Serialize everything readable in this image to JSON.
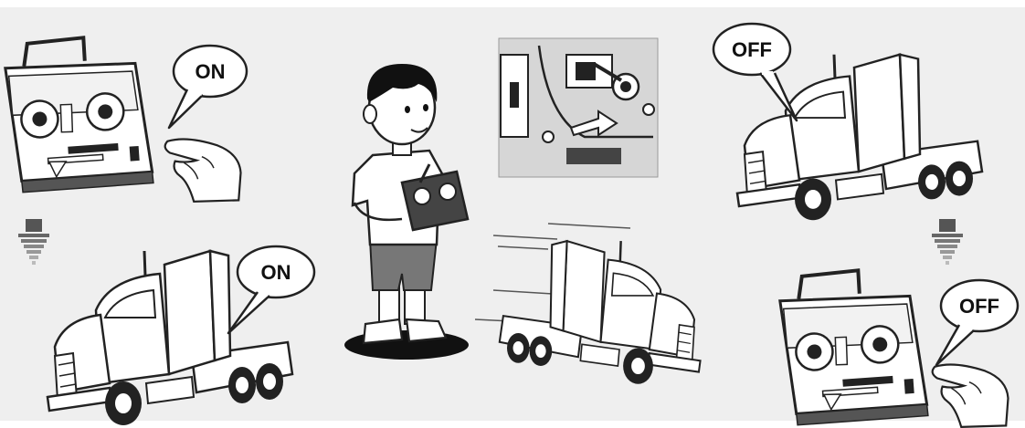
{
  "bubbles": {
    "transmitter_on": "ON",
    "truck_on": "ON",
    "truck_off": "OFF",
    "transmitter_off": "OFF"
  },
  "icons": [
    "transmitter-icon",
    "hand-icon",
    "truck-icon",
    "boy-icon",
    "arrow-down-icon",
    "switch-closeup-icon"
  ],
  "colors": {
    "panel_bg": "#efefef",
    "line": "#222222",
    "arrow_gray": "#7a7a7a",
    "closeup_bg": "#d6d6d6"
  }
}
